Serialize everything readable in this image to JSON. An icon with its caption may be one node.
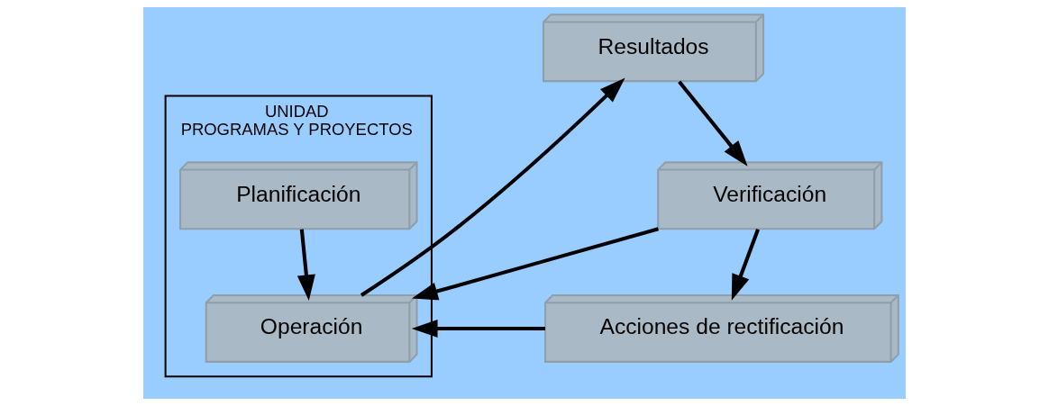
{
  "diagram": {
    "nodes": [
      {
        "text": [
          "UNIDAD",
          "PROGRAMAS Y PROYECTOS"
        ]
      },
      {
        "text": [
          "Planificación"
        ],
        "in": 0
      },
      {
        "text": [
          "Operación"
        ],
        "in": 0
      },
      {
        "text": [
          "Resultados"
        ]
      },
      {
        "text": [
          "Verificación"
        ]
      },
      {
        "text": [
          "Acciones de rectificación"
        ]
      }
    ],
    "edges": [
      {
        "from": 1,
        "to": 2,
        "arrow": "to"
      },
      {
        "from": 2,
        "to": 3,
        "arrow": "to"
      },
      {
        "from": 3,
        "to": 4,
        "arrow": "to"
      },
      {
        "from": 4,
        "to": 2,
        "arrow": "to"
      },
      {
        "from": 4,
        "to": 5,
        "arrow": "to"
      },
      {
        "from": 5,
        "to": 2,
        "arrow": "to"
      }
    ]
  }
}
